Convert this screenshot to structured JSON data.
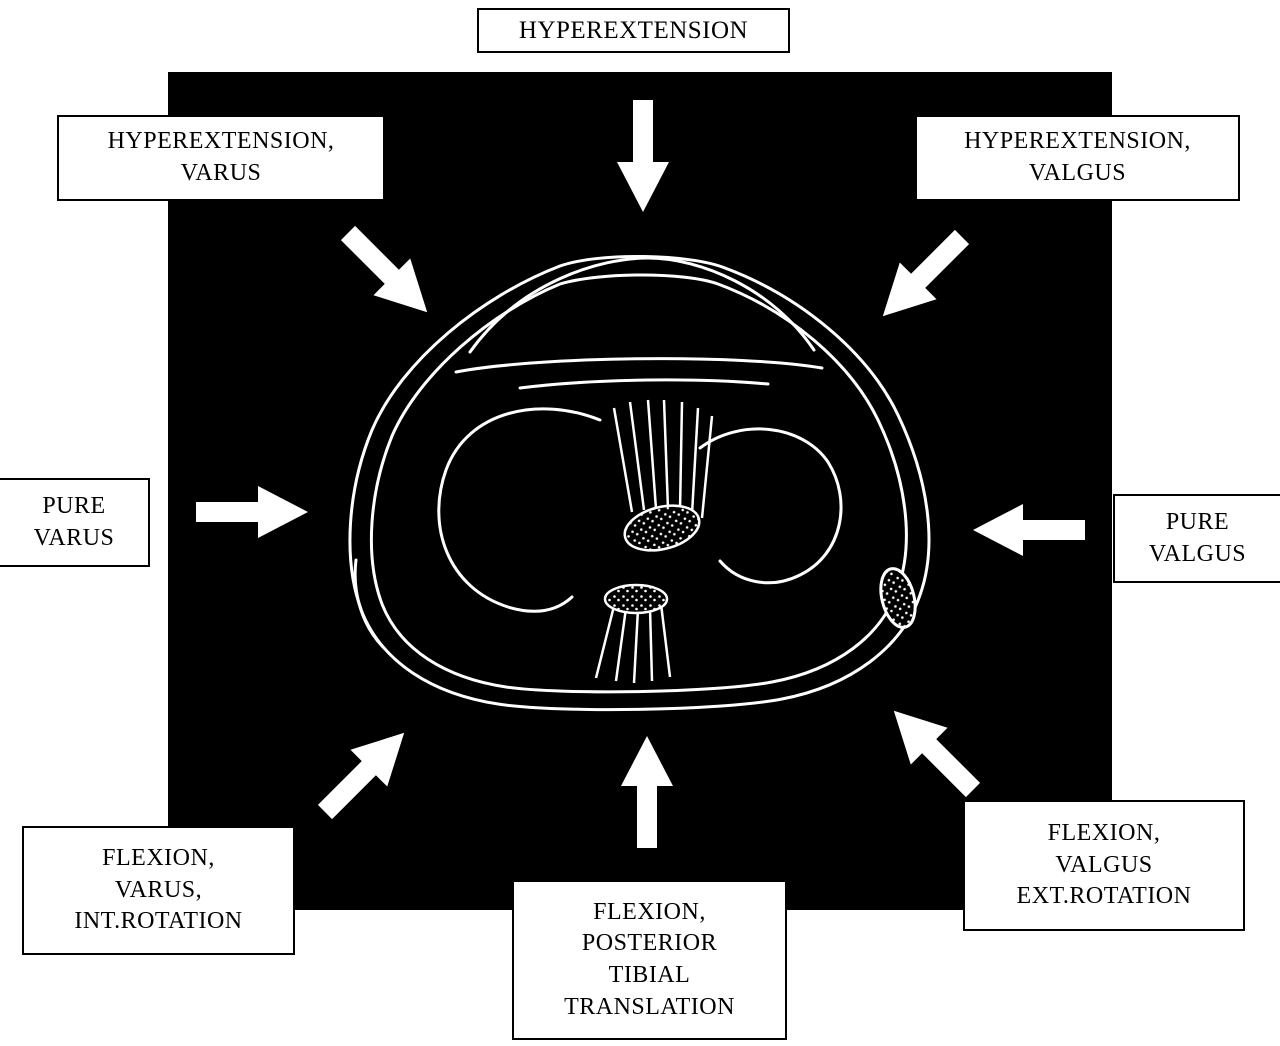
{
  "diagram": {
    "subject": "knee-tibial-plateau-cross-section-injury-mechanisms",
    "labels": {
      "top": "HYPEREXTENSION",
      "top_left": "HYPEREXTENSION,\nVARUS",
      "top_right": "HYPEREXTENSION,\nVALGUS",
      "left": "PURE\nVARUS",
      "right": "PURE\nVALGUS",
      "bottom_left": "FLEXION,\nVARUS,\nINT.ROTATION",
      "bottom": "FLEXION,\nPOSTERIOR\nTIBIAL\nTRANSLATION",
      "bottom_right": "FLEXION,\nVALGUS\nEXT.ROTATION"
    },
    "arrows": [
      "arrow-top-down",
      "arrow-top-left-diagonal",
      "arrow-top-right-diagonal",
      "arrow-left-right",
      "arrow-right-left",
      "arrow-bottom-left-diagonal",
      "arrow-bottom-up",
      "arrow-bottom-right-diagonal"
    ],
    "colors": {
      "panel": "#000000",
      "line_art": "#ffffff",
      "arrow": "#ffffff",
      "label_background": "#ffffff",
      "label_border": "#000000",
      "label_text": "#000000"
    }
  }
}
